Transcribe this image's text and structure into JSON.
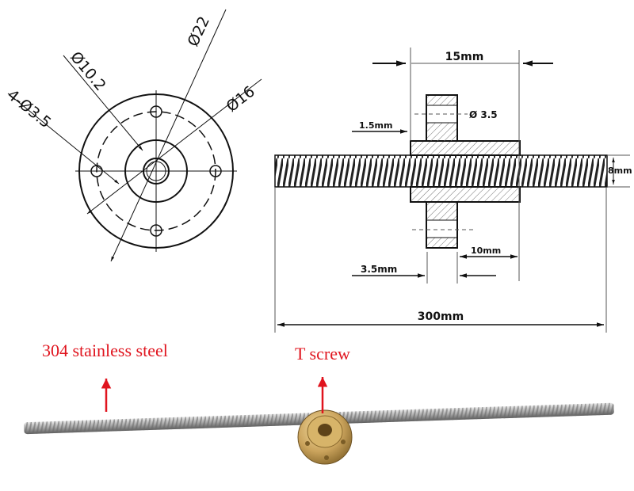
{
  "front_view": {
    "labels": {
      "holes": "4-Ø3.5",
      "inner": "Ø10.2",
      "outer": "Ø22",
      "bolt_circle": "Ø16"
    }
  },
  "side_view": {
    "labels": {
      "nut_length": "15mm",
      "hole_dia": "Ø 3.5",
      "flange_offset": "1.5mm",
      "rod_dia": "8mm",
      "body_length": "10mm",
      "flange_thickness": "3.5mm",
      "rod_length": "300mm"
    }
  },
  "photo": {
    "callouts": {
      "rod": "304 stainless steel",
      "nut": "T screw"
    },
    "callout_color": "#e0141e"
  }
}
